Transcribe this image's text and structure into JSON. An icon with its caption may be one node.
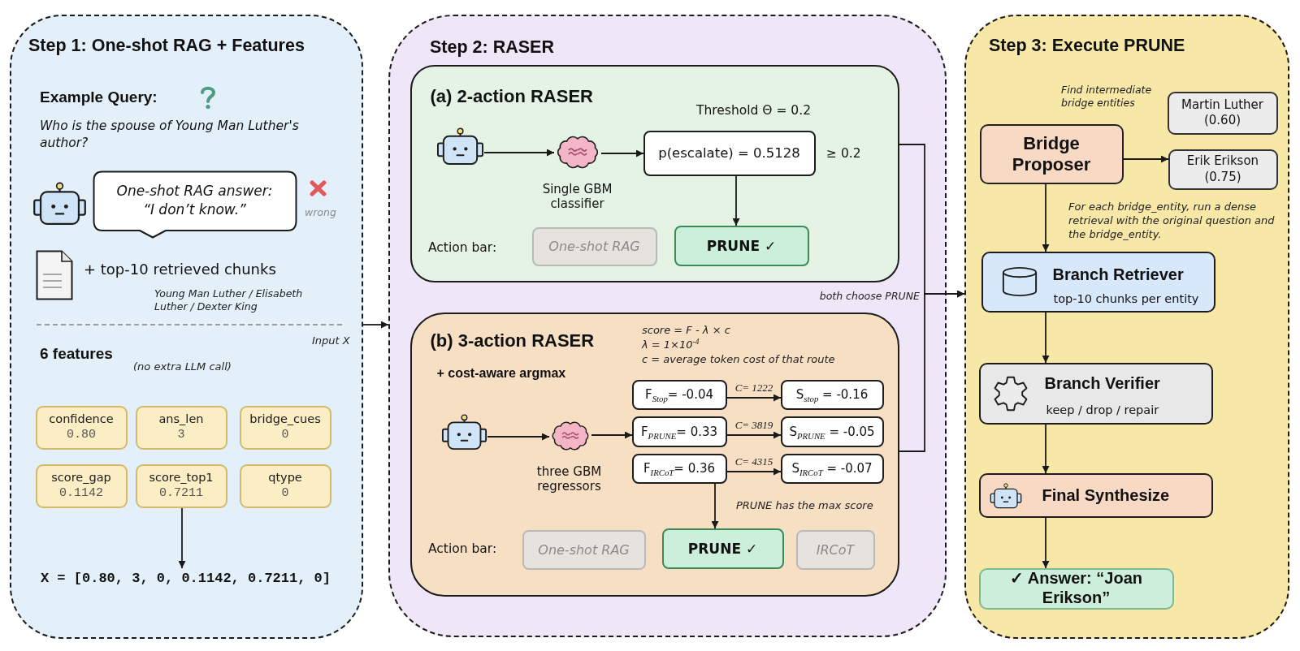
{
  "diagram": {
    "nodes": [
      {
        "text": [
          "Step 1: One-shot RAG + Features"
        ]
      },
      {
        "text": [
          "One-shot RAG answer:",
          "“I don’t know.”"
        ],
        "in": 0
      },
      {
        "text": [
          "confidence",
          "0.80"
        ],
        "in": 0
      },
      {
        "text": [
          "ans_len",
          "3"
        ],
        "in": 0
      },
      {
        "text": [
          "bridge_cues",
          "0"
        ],
        "in": 0
      },
      {
        "text": [
          "score_gap",
          "0.1142"
        ],
        "in": 0
      },
      {
        "text": [
          "score_top1",
          "0.7211"
        ],
        "in": 0
      },
      {
        "text": [
          "qtype",
          "0"
        ],
        "in": 0
      },
      {
        "text": [
          "X = [0.80, 3, 0, 0.1142, 0.7211, 0]"
        ],
        "in": 0
      },
      {
        "text": [
          "Step 2: RASER"
        ]
      },
      {
        "text": [
          "(a) 2-action RASER"
        ],
        "in": 9
      },
      {
        "text": [],
        "shape": "picture",
        "in": 10
      },
      {
        "text": [],
        "shape": "picture",
        "in": 10,
        "beside": [
          "Single GBM classifier"
        ]
      },
      {
        "text": [
          "p(escalate) = 0.5128"
        ],
        "in": 10
      },
      {
        "text": [
          "One-shot RAG"
        ],
        "in": 10
      },
      {
        "text": [
          "PRUNE ✓"
        ],
        "in": 10
      },
      {
        "text": [
          "(b) 3-action RASER",
          "+ cost-aware argmax"
        ],
        "in": 9
      },
      {
        "text": [],
        "shape": "picture",
        "in": 16
      },
      {
        "text": [],
        "shape": "picture",
        "in": 16,
        "beside": [
          "three GBM regressors"
        ]
      },
      {
        "text": [
          "F$_{Stop}$= -0.04"
        ],
        "in": 16
      },
      {
        "text": [
          "S$_{stop}$ = -0.16"
        ],
        "in": 16
      },
      {
        "text": [
          "F$_{PRUNE}$= 0.33"
        ],
        "in": 16
      },
      {
        "text": [
          "S$_{PRUNE}$ = -0.05"
        ],
        "in": 16
      },
      {
        "text": [
          "F$_{IRCoT}$= 0.36"
        ],
        "in": 16
      },
      {
        "text": [
          "S$_{IRCoT}$ = -0.07"
        ],
        "in": 16
      },
      {
        "text": [
          "One-shot RAG"
        ],
        "in": 16
      },
      {
        "text": [
          "PRUNE ✓"
        ],
        "in": 16
      },
      {
        "text": [
          "IRCoT"
        ],
        "in": 16
      },
      {
        "text": [
          "Step 3: Execute PRUNE"
        ]
      },
      {
        "text": [
          "Bridge Proposer"
        ],
        "in": 28
      },
      {
        "text": [
          "Martin Luther (0.60)"
        ],
        "in": 28
      },
      {
        "text": [
          "Erik Erikson (0.75)"
        ],
        "in": 28
      },
      {
        "text": [
          "Branch Retriever",
          "top-10 chunks per entity"
        ],
        "in": 28
      },
      {
        "text": [
          "Branch Verifier",
          "keep / drop / repair"
        ],
        "in": 28
      },
      {
        "text": [
          "Final Synthesize"
        ],
        "in": 28
      },
      {
        "text": [
          "✓ Answer: “Joan Erikson”"
        ],
        "in": 28
      }
    ],
    "edges": [
      {
        "from": 0,
        "to": 9,
        "arrow": "to",
        "label": "Input X"
      },
      {
        "from": 6,
        "to": 8,
        "arrow": "to"
      },
      {
        "from": 11,
        "to": 12,
        "arrow": "to"
      },
      {
        "from": 12,
        "to": 13,
        "arrow": "to"
      },
      {
        "from": 13,
        "to": 15,
        "arrow": "to"
      },
      {
        "from": 17,
        "to": 18,
        "arrow": "to"
      },
      {
        "from": 18,
        "to": 21,
        "arrow": "to"
      },
      {
        "from": 19,
        "to": 20,
        "arrow": "to",
        "label": "C= 1222"
      },
      {
        "from": 21,
        "to": 22,
        "arrow": "to",
        "label": "C= 3819"
      },
      {
        "from": 23,
        "to": 24,
        "arrow": "to",
        "label": "C= 4315"
      },
      {
        "from": 23,
        "to": 26,
        "arrow": "to",
        "label": "PRUNE has the max score"
      },
      {
        "from": 10,
        "to": 28,
        "arrow": "to",
        "label": "both choose PRUNE"
      },
      {
        "from": 16,
        "to": 28,
        "arrow": "to"
      },
      {
        "from": 29,
        "to": 31,
        "arrow": "to"
      },
      {
        "from": 29,
        "to": 32,
        "arrow": "to",
        "label": "For each bridge_entity, run a dense retrieval with the original question and the bridge_entity."
      },
      {
        "from": 32,
        "to": 33,
        "arrow": "to"
      },
      {
        "from": 33,
        "to": 34,
        "arrow": "to"
      },
      {
        "from": 34,
        "to": 35,
        "arrow": "to"
      }
    ],
    "labels": [
      "Example Query:",
      "Who is the spouse of Young Man Luther's author?",
      "wrong",
      "+ top-10 retrieved chunks",
      "Young Man Luther / Elisabeth Luther / Dexter King",
      "6 features",
      "(no extra LLM call)",
      "Threshold Θ = 0.2",
      "≥ 0.2",
      "Action bar:",
      "score = F - λ × c",
      "λ = 1×10$^{-4}$",
      "c = average token cost of that route",
      "Action bar:",
      "Find intermediate bridge entities"
    ]
  }
}
